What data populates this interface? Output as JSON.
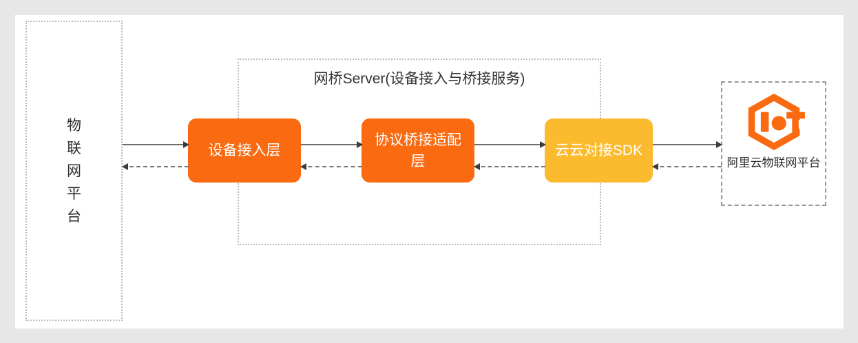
{
  "diagram": {
    "left_platform": {
      "label": "物联网平台",
      "orientation": "vertical"
    },
    "bridge_server": {
      "title": "网桥Server(设备接入与桥接服务)",
      "boxes": [
        {
          "label": "设备接入层",
          "color": "#F96A11"
        },
        {
          "label": "协议桥接适配层",
          "color": "#F96A11"
        },
        {
          "label": "云云对接SDK",
          "color": "#FCBB2F"
        }
      ]
    },
    "alicloud_platform": {
      "logo": "iot-hexagon-logo",
      "logo_color": "#F96A11",
      "label": "阿里云物联网平台"
    },
    "connectors": {
      "forward_style": "solid-arrow-right",
      "return_style": "dashed-arrow-left",
      "line_color": "#6d6d6d",
      "arrow_color": "#3c3c3c"
    },
    "canvas": {
      "background": "#e7e7e7",
      "panel_background": "#ffffff",
      "border_color": "#b9b9b9"
    }
  }
}
